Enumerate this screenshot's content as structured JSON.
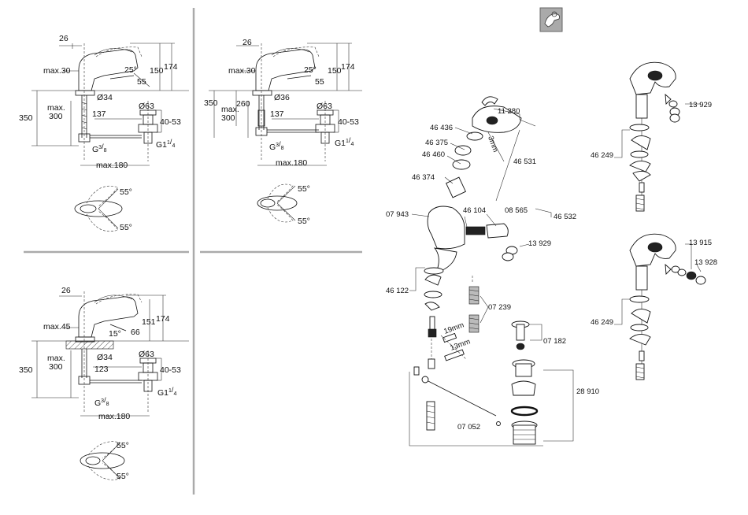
{
  "panels": {
    "a": {
      "dims": [
        "26",
        "max.30",
        "25°",
        "150",
        "174",
        "55",
        "max.",
        "300",
        "350",
        "Ø34",
        "Ø63",
        "137",
        "40-53",
        "G",
        "3",
        "/",
        "8",
        "G1",
        "1",
        "/",
        "4",
        "max.180"
      ],
      "angles": [
        "55°",
        "55°"
      ]
    },
    "b": {
      "dims": [
        "26",
        "max.30",
        "25°",
        "150",
        "174",
        "55",
        "350",
        "260",
        "max.",
        "300",
        "Ø36",
        "Ø63",
        "137",
        "40-53",
        "G",
        "3",
        "/",
        "8",
        "G1",
        "1",
        "/",
        "4",
        "max.180"
      ],
      "angles": [
        "55°",
        "55°"
      ]
    },
    "c": {
      "dims": [
        "26",
        "151",
        "174",
        "max.45",
        "15°",
        "66",
        "max.",
        "300",
        "350",
        "Ø34",
        "Ø63",
        "123",
        "40-53",
        "G",
        "3",
        "/",
        "8",
        "G1",
        "1",
        "/",
        "4",
        "max.180"
      ],
      "angles": [
        "55°",
        "55°"
      ]
    }
  },
  "parts": {
    "labels": [
      "11 280",
      "46 436",
      "46 375",
      "46 531",
      "46 460",
      "46 374",
      "07 943",
      "46 104",
      "08 565",
      "46 532",
      "13 929",
      "46 122",
      "07 239",
      "07 182",
      "28 910",
      "07 052"
    ],
    "sizes": [
      "19mm",
      "13mm",
      "3mm"
    ]
  },
  "variants": {
    "top": [
      "13 929",
      "46 249"
    ],
    "bottom": [
      "13 915",
      "13 928",
      "46 249"
    ]
  },
  "icon": "faucet-spray-icon"
}
